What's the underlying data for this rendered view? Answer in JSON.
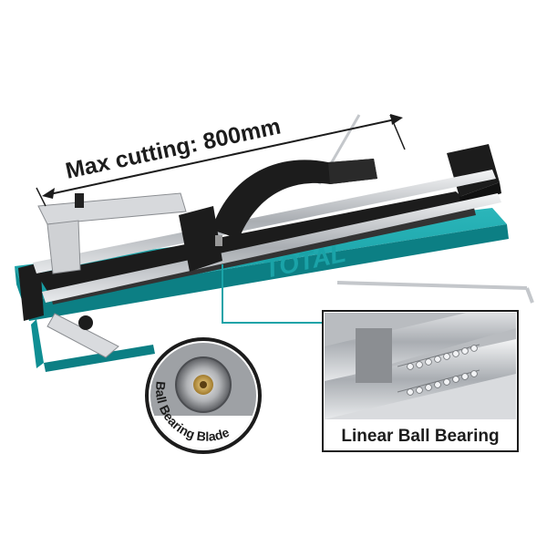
{
  "product": {
    "brand_text": "TOTAL",
    "colors": {
      "teal": "#1aa3a8",
      "teal_dark": "#0c7f84",
      "black": "#1c1c1c",
      "steel": "#c9ccd0",
      "background": "#ffffff"
    }
  },
  "annotations": {
    "max_cutting": "Max cutting: 800mm",
    "blade_label": "Ball Bearing Blade",
    "bearing_label": "Linear Ball Bearing"
  }
}
